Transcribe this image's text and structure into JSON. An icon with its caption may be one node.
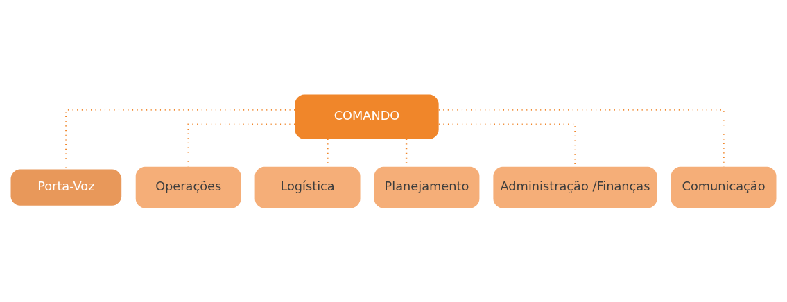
{
  "diagram": {
    "nodes": [
      {
        "text": [
          "COMANDO"
        ]
      },
      {
        "text": [
          "Porta-Voz"
        ]
      },
      {
        "text": [
          "Operações"
        ]
      },
      {
        "text": [
          "Logística"
        ]
      },
      {
        "text": [
          "Planejamento"
        ]
      },
      {
        "text": [
          "Administração /Finanças"
        ]
      },
      {
        "text": [
          "Comunicação"
        ]
      }
    ],
    "edges": [
      {
        "from": 0,
        "to": 1,
        "arrow": "none"
      },
      {
        "from": 0,
        "to": 2,
        "arrow": "none"
      },
      {
        "from": 0,
        "to": 3,
        "arrow": "none"
      },
      {
        "from": 0,
        "to": 4,
        "arrow": "none"
      },
      {
        "from": 0,
        "to": 5,
        "arrow": "none"
      },
      {
        "from": 0,
        "to": 6,
        "arrow": "none"
      }
    ]
  }
}
